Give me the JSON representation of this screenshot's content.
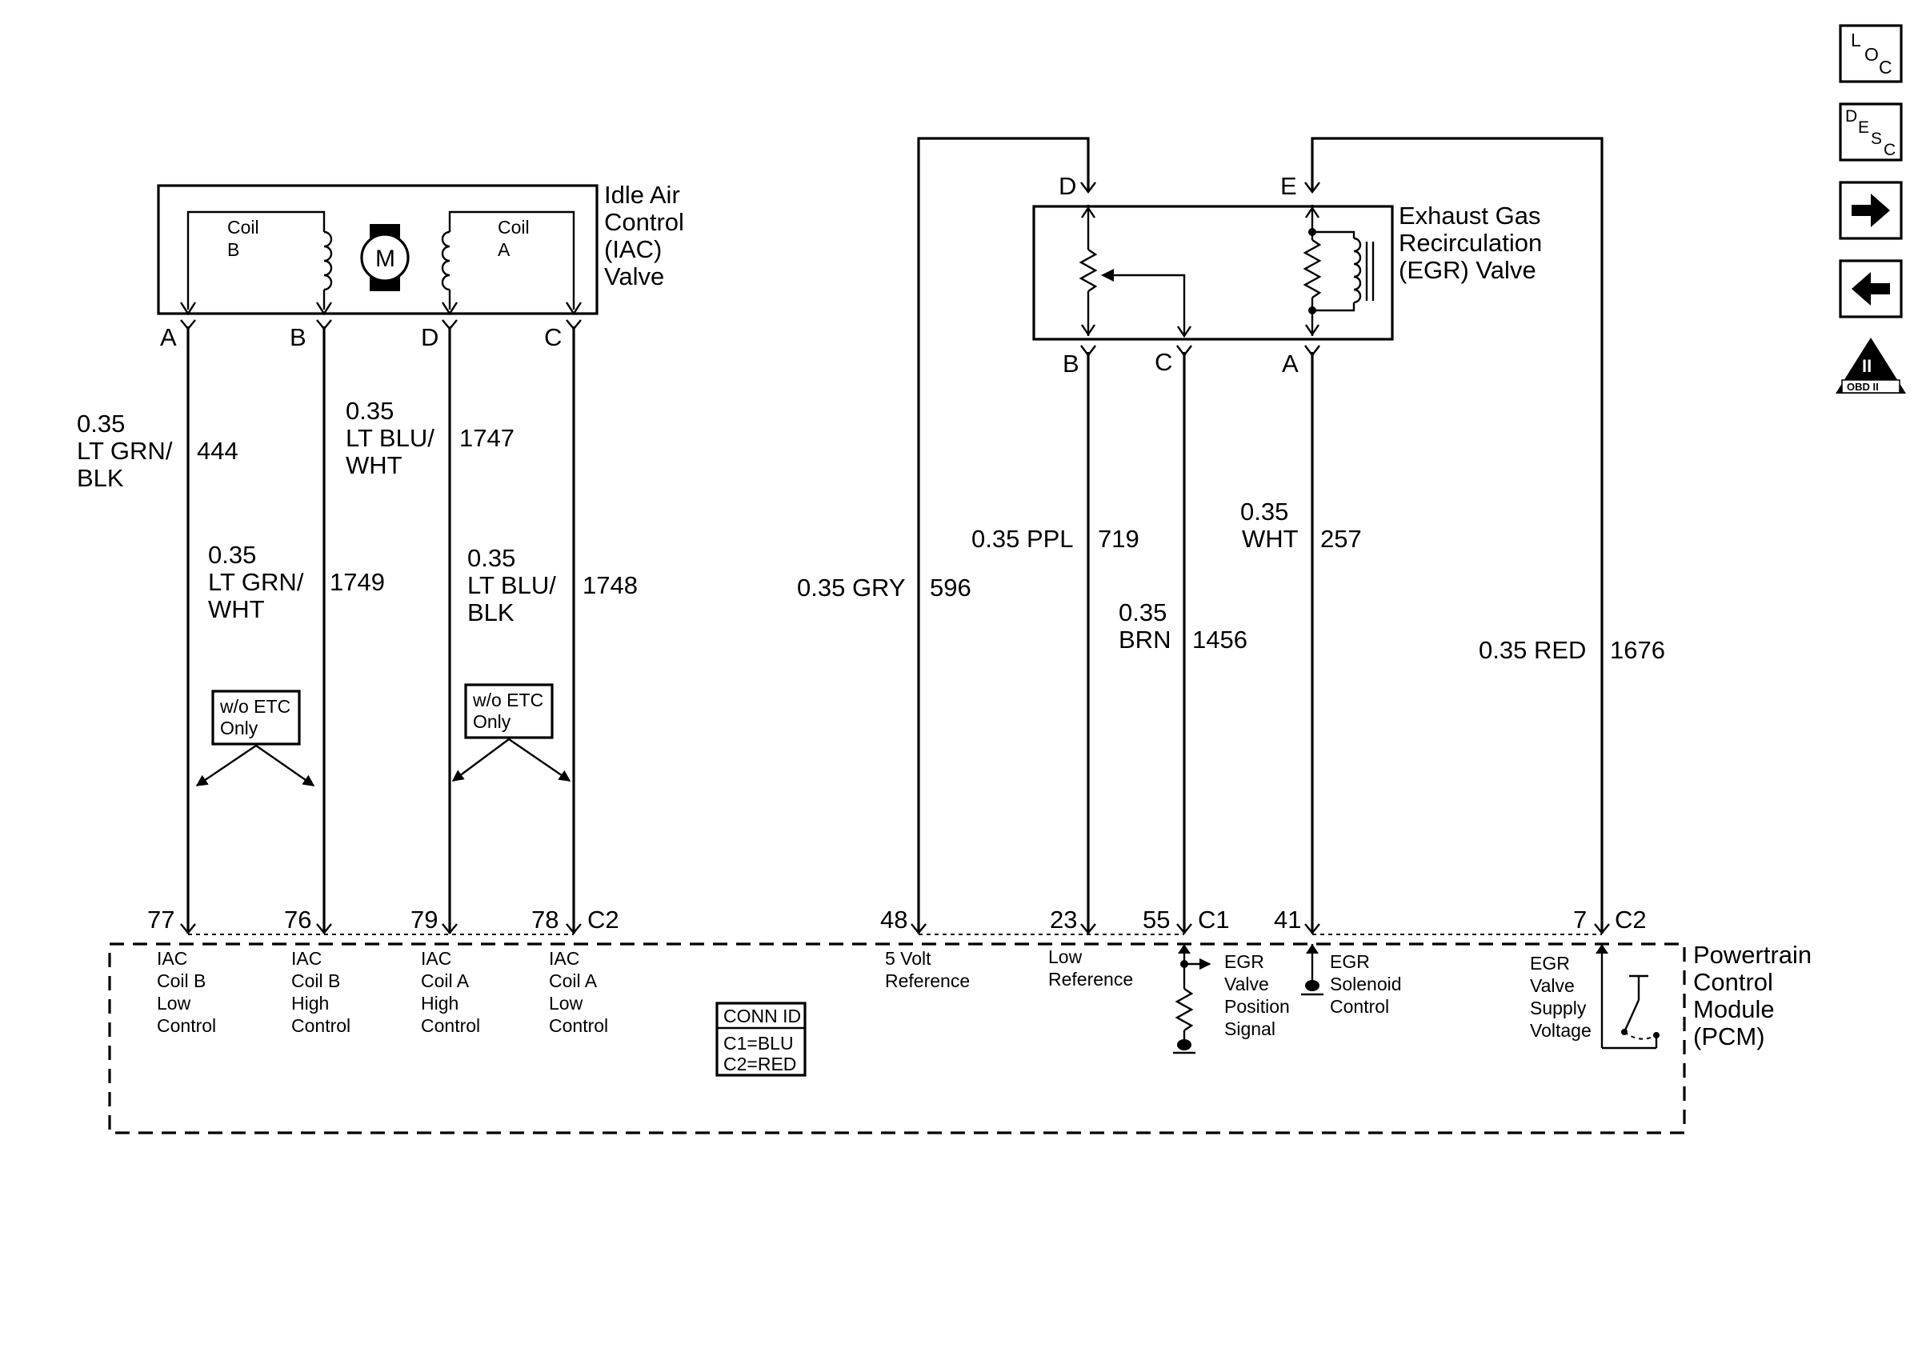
{
  "nav": {
    "loc": [
      "L",
      "O",
      "C"
    ],
    "desc": [
      "D",
      "E",
      "S",
      "C"
    ],
    "forward_icon": "arrow-right-icon",
    "back_icon": "arrow-left-icon",
    "obd": {
      "top": "II",
      "label": "OBD II"
    }
  },
  "iac": {
    "title": [
      "Idle Air",
      "Control",
      "(IAC)",
      "Valve"
    ],
    "coil_b": [
      "Coil",
      "B"
    ],
    "coil_a": [
      "Coil",
      "A"
    ],
    "motor": "M",
    "pins": [
      "A",
      "B",
      "D",
      "C"
    ]
  },
  "egr": {
    "title": [
      "Exhaust Gas",
      "Recirculation",
      "(EGR) Valve"
    ],
    "top_pins": [
      "D",
      "E"
    ],
    "bottom_pins": [
      "B",
      "C",
      "A"
    ]
  },
  "wires": {
    "w444": {
      "gauge": "0.35",
      "color_lines": [
        "LT GRN/",
        "BLK"
      ],
      "circuit": "444"
    },
    "w1747": {
      "gauge": "0.35",
      "color_lines": [
        "LT BLU/",
        "WHT"
      ],
      "circuit": "1747"
    },
    "w1749": {
      "gauge": "0.35",
      "color_lines": [
        "LT GRN/",
        "WHT"
      ],
      "circuit": "1749"
    },
    "w1748": {
      "gauge": "0.35",
      "color_lines": [
        "LT BLU/",
        "BLK"
      ],
      "circuit": "1748"
    },
    "w596": {
      "label": "0.35 GRY",
      "circuit": "596"
    },
    "w719": {
      "label": "0.35 PPL",
      "circuit": "719"
    },
    "w257": {
      "gauge": "0.35",
      "color": "WHT",
      "circuit": "257"
    },
    "w1456": {
      "gauge": "0.35",
      "color": "BRN",
      "circuit": "1456"
    },
    "w1676": {
      "label": "0.35 RED",
      "circuit": "1676"
    }
  },
  "options": {
    "left": [
      "w/o ETC",
      "Only"
    ],
    "right": [
      "w/o ETC",
      "Only"
    ]
  },
  "pcm": {
    "title": [
      "Powertrain",
      "Control",
      "Module",
      "(PCM)"
    ],
    "pins_c2_left": [
      "77",
      "76",
      "79",
      "78"
    ],
    "c2_label": "C2",
    "pins_c1": [
      "48",
      "23",
      "55"
    ],
    "c1_label": "C1",
    "pins_c2_right": [
      "41",
      "7"
    ],
    "c2_label_right": "C2",
    "functions": {
      "f77": [
        "IAC",
        "Coil B",
        "Low",
        "Control"
      ],
      "f76": [
        "IAC",
        "Coil B",
        "High",
        "Control"
      ],
      "f79": [
        "IAC",
        "Coil A",
        "High",
        "Control"
      ],
      "f78": [
        "IAC",
        "Coil A",
        "Low",
        "Control"
      ],
      "f48": [
        "5 Volt",
        "Reference"
      ],
      "f23": [
        "Low",
        "Reference"
      ],
      "f55": [
        "EGR",
        "Valve",
        "Position",
        "Signal"
      ],
      "f41": [
        "EGR",
        "Solenoid",
        "Control"
      ],
      "f7": [
        "EGR",
        "Valve",
        "Supply",
        "Voltage"
      ]
    },
    "conn_id": {
      "title": "CONN ID",
      "lines": [
        "C1=BLU",
        "C2=RED"
      ]
    }
  }
}
